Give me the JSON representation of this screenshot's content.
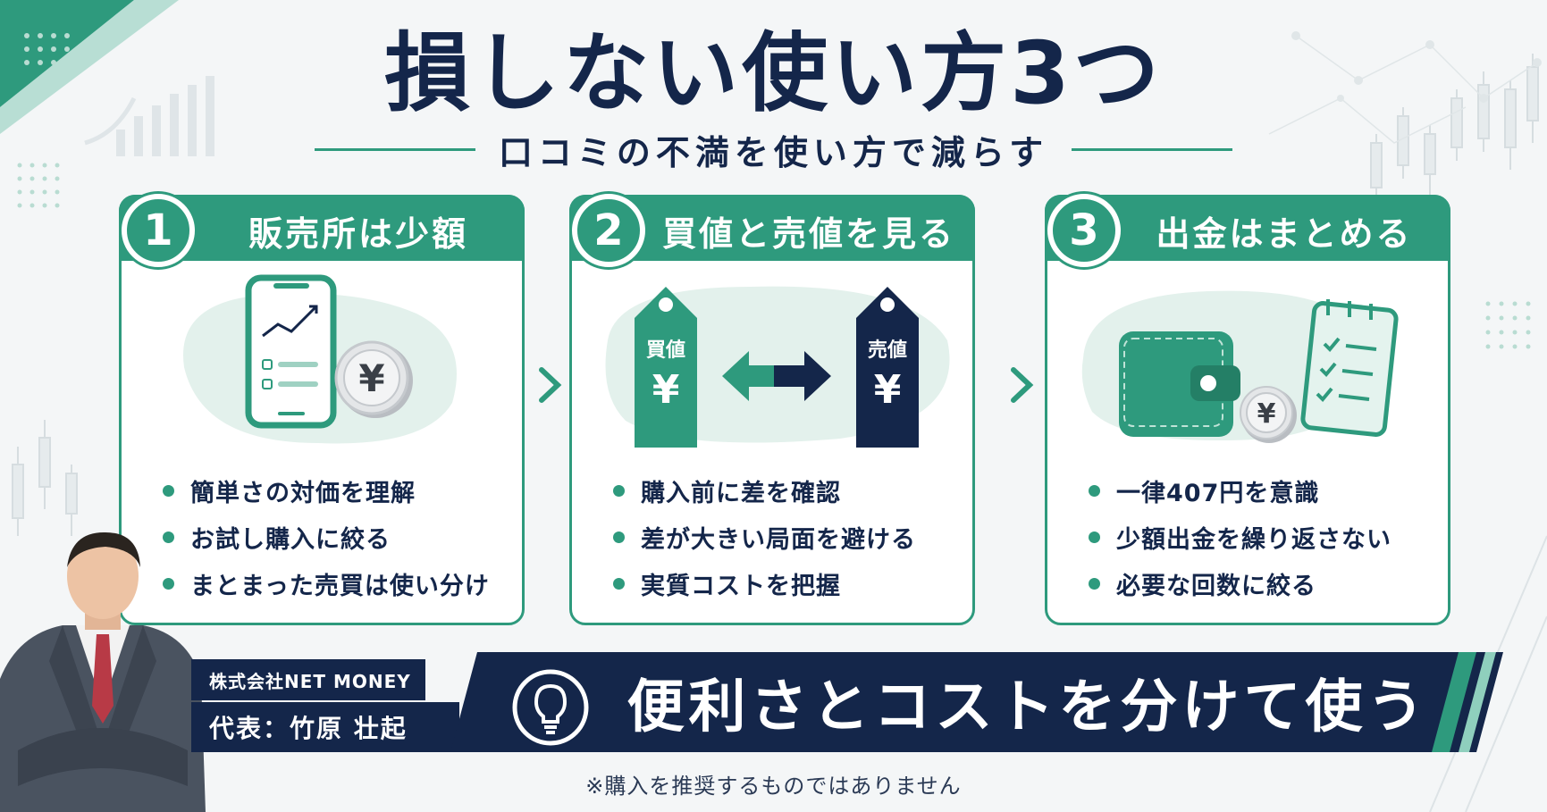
{
  "title": "損しない使い方3つ",
  "subtitle": "口コミの不満を使い方で減らす",
  "cards": [
    {
      "number": "1",
      "title": "販売所は少額",
      "bullets": [
        "簡単さの対価を理解",
        "お試し購入に絞る",
        "まとまった売買は使い分け"
      ]
    },
    {
      "number": "2",
      "title": "買値と売値を見る",
      "tag_buy": "買値",
      "tag_sell": "売値",
      "bullets": [
        "購入前に差を確認",
        "差が大きい局面を避ける",
        "実質コストを把握"
      ]
    },
    {
      "number": "3",
      "title": "出金はまとめる",
      "bullets": [
        "一律407円を意識",
        "少額出金を繰り返さない",
        "必要な回数に絞る"
      ]
    }
  ],
  "yen_symbol": "¥",
  "company": "株式会社NET MONEY",
  "representative": "代表：竹原 壮起",
  "banner": "便利さとコストを分けて使う",
  "disclaimer": "※購入を推奨するものではありません",
  "colors": {
    "primary_green": "#2e9a7d",
    "navy": "#14264a",
    "background": "#f4f6f7"
  }
}
